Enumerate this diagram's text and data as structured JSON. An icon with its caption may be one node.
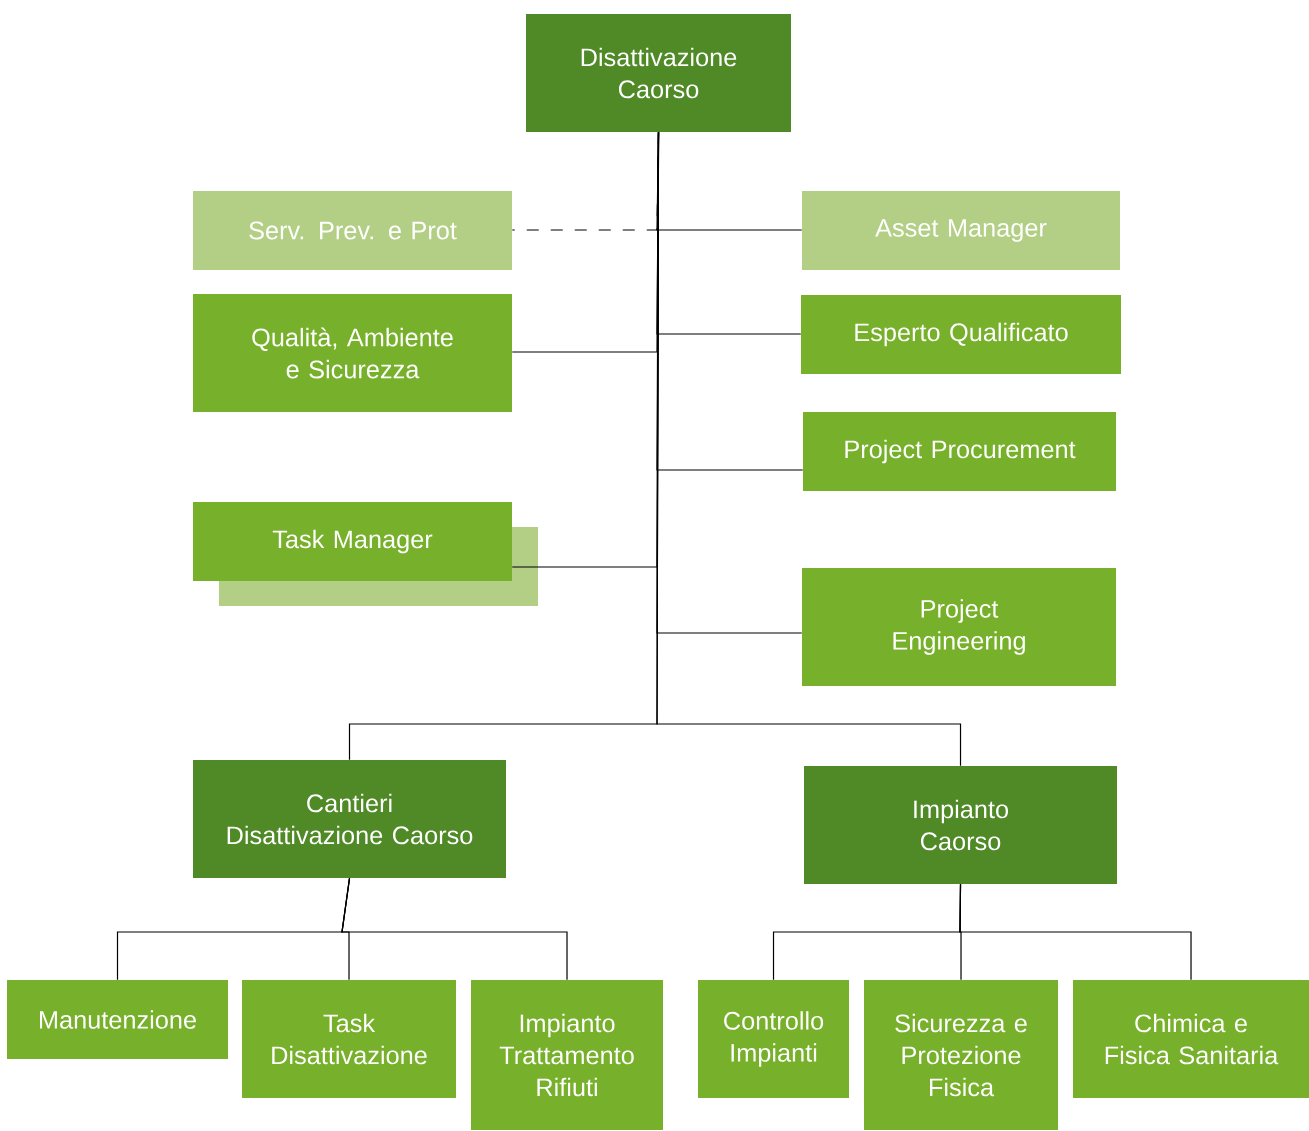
{
  "diagram": {
    "nodes": [
      {
        "text": [
          "Disattivazione Caorso"
        ]
      },
      {
        "text": [
          "Serv. Prev. e Prot"
        ]
      },
      {
        "text": [
          "Asset Manager"
        ]
      },
      {
        "text": [
          "Qualità, Ambiente e Sicurezza"
        ]
      },
      {
        "text": [
          "Esperto Qualificato"
        ]
      },
      {
        "text": [
          "Project Procurement"
        ]
      },
      {
        "text": [
          "Task Manager"
        ]
      },
      {
        "text": [
          "Project Engineering"
        ]
      },
      {
        "text": [
          "Cantieri Disattivazione Caorso"
        ]
      },
      {
        "text": [
          "Impianto Caorso"
        ]
      },
      {
        "text": [
          "Manutenzione"
        ]
      },
      {
        "text": [
          "Task Disattivazione"
        ]
      },
      {
        "text": [
          "Impianto Trattamento Rifiuti"
        ]
      },
      {
        "text": [
          "Controllo Impianti"
        ]
      },
      {
        "text": [
          "Sicurezza e Protezione Fisica"
        ]
      },
      {
        "text": [
          "Chimica e Fisica Sanitaria"
        ]
      }
    ],
    "edges": [
      {
        "from": 0,
        "to": 1,
        "arrow": "none",
        "style": "dashed"
      },
      {
        "from": 0,
        "to": 2,
        "arrow": "none"
      },
      {
        "from": 0,
        "to": 3,
        "arrow": "none"
      },
      {
        "from": 0,
        "to": 4,
        "arrow": "none"
      },
      {
        "from": 0,
        "to": 5,
        "arrow": "none"
      },
      {
        "from": 0,
        "to": 6,
        "arrow": "none"
      },
      {
        "from": 0,
        "to": 7,
        "arrow": "none"
      },
      {
        "from": 0,
        "to": 8,
        "arrow": "none"
      },
      {
        "from": 0,
        "to": 9,
        "arrow": "none"
      },
      {
        "from": 8,
        "to": 10,
        "arrow": "none"
      },
      {
        "from": 8,
        "to": 11,
        "arrow": "none"
      },
      {
        "from": 8,
        "to": 12,
        "arrow": "none"
      },
      {
        "from": 9,
        "to": 13,
        "arrow": "none"
      },
      {
        "from": 9,
        "to": 14,
        "arrow": "none"
      },
      {
        "from": 9,
        "to": 15,
        "arrow": "none"
      }
    ]
  }
}
